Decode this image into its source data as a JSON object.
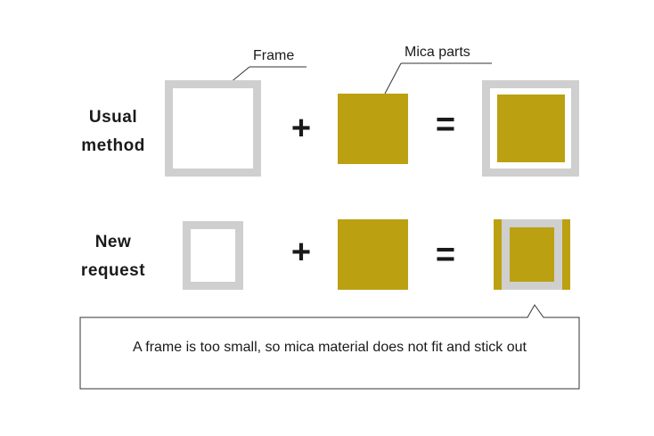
{
  "labels": {
    "usual_line1": "Usual",
    "usual_line2": "method",
    "new_line1": "New",
    "new_line2": "request",
    "frame": "Frame",
    "mica_parts": "Mica parts",
    "plus": "+",
    "equals": "=",
    "note": "A frame is too small, so mica material does not fit and stick out"
  },
  "colors": {
    "frame_gray": "#cfcfcf",
    "mica_gold": "#bba111",
    "text": "#1a1a1a"
  }
}
